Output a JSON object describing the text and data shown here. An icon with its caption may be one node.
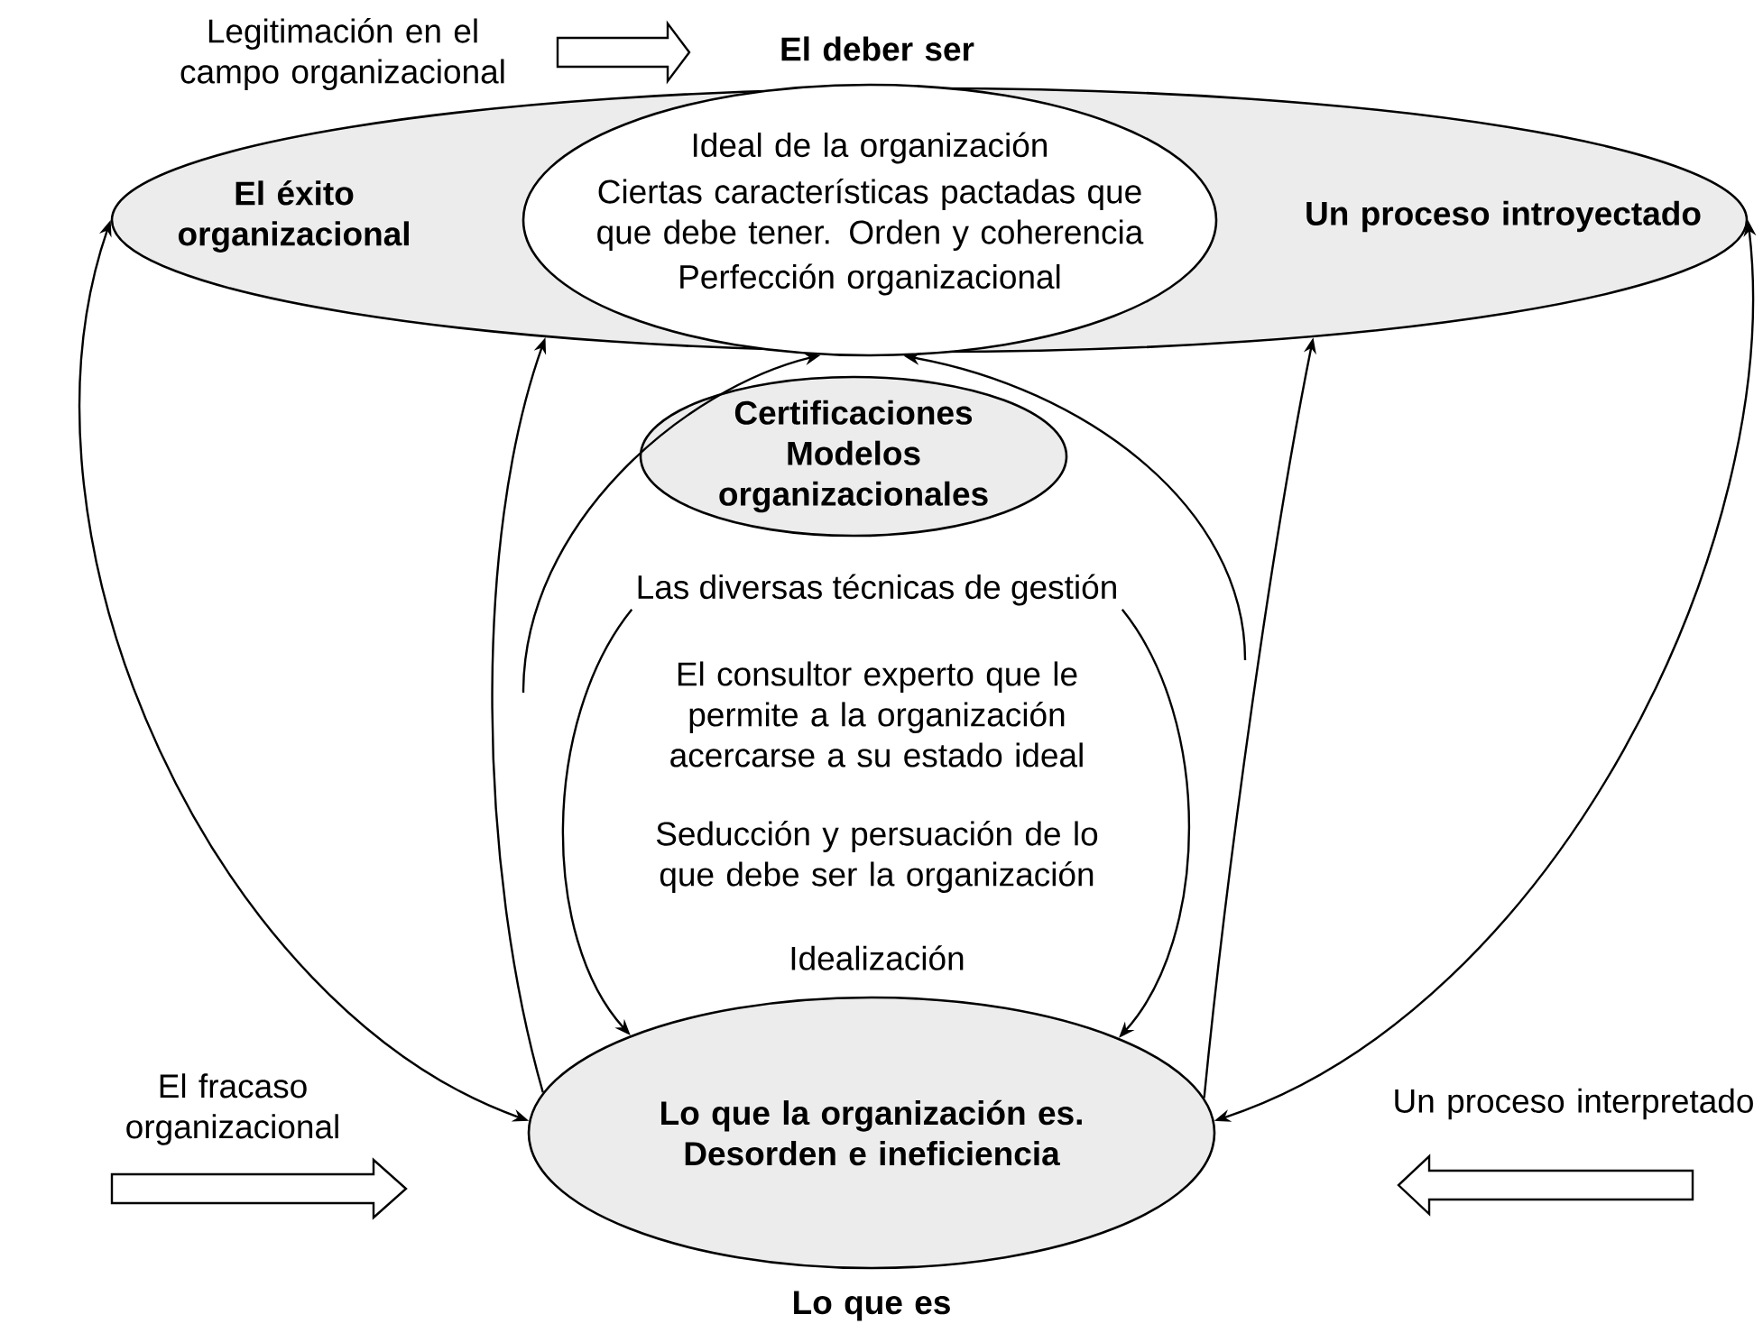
{
  "diagram": {
    "nodes": [
      {
        "text": [
          "El deber ser",
          "El éxito organizacional",
          "Un proceso introyectado"
        ]
      },
      {
        "text": [
          "Ideal de la organización",
          "Ciertas características pactadas que que debe tener. Orden y coherencia",
          "Perfección organizacional"
        ],
        "in": 0
      },
      {
        "text": [
          "Certificaciones Modelos organizacionales"
        ]
      },
      {
        "text": [
          "Lo que la organización es. Desorden e ineficiencia",
          "Lo que es"
        ]
      },
      {
        "text": [
          "Las diversas técnicas de gestión"
        ]
      }
    ],
    "edges": [
      {
        "from": 3,
        "to": 0,
        "arrow": "both"
      },
      {
        "from": 3,
        "to": 0,
        "arrow": "both"
      },
      {
        "from": 3,
        "to": 0,
        "arrow": "to"
      },
      {
        "from": 3,
        "to": 0,
        "arrow": "to"
      },
      {
        "from": null,
        "to": 1,
        "arrow": "to"
      },
      {
        "from": null,
        "to": 1,
        "arrow": "to"
      },
      {
        "from": 4,
        "to": 3,
        "arrow": "to"
      },
      {
        "from": 4,
        "to": 3,
        "arrow": "to"
      }
    ],
    "labels": [
      "Legitimación en el campo organizacional",
      "El consultor experto que le permite a la organización acercarse a su estado ideal",
      "Seducción y persuación de lo que debe ser la organización",
      "Idealización",
      "El fracaso organizacional",
      "Un proceso interpretado"
    ]
  }
}
